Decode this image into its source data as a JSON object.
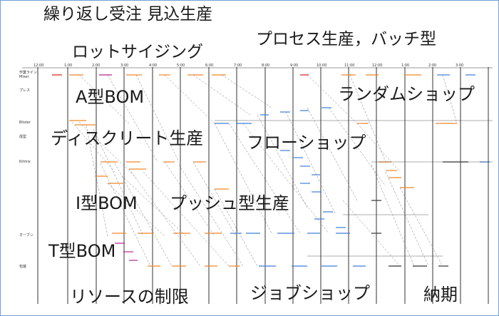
{
  "diagram": {
    "labels": [
      {
        "id": "repeat",
        "text": "繰り返し受注 見込生産"
      },
      {
        "id": "lot",
        "text": "ロットサイジング"
      },
      {
        "id": "process",
        "text": "プロセス生産，バッチ型"
      },
      {
        "id": "abom",
        "text": "A型BOM"
      },
      {
        "id": "random",
        "text": "ランダムショップ"
      },
      {
        "id": "discrete",
        "text": "ディスクリート生産"
      },
      {
        "id": "flow",
        "text": "フローショップ"
      },
      {
        "id": "ibom",
        "text": "I型BOM"
      },
      {
        "id": "push",
        "text": "プッシュ型生産"
      },
      {
        "id": "tbom",
        "text": "T型BOM"
      },
      {
        "id": "resource",
        "text": "リソースの制限"
      },
      {
        "id": "job",
        "text": "ジョブショップ"
      },
      {
        "id": "delivery",
        "text": "納期"
      }
    ],
    "time_ticks": [
      "12:00",
      "1:00",
      "2:00",
      "3:00",
      "4:00",
      "5:00",
      "6:00",
      "7:00",
      "8:00",
      "9:00",
      "10:00",
      "11:00",
      "12:00",
      "1:00",
      "2:00",
      "3:00"
    ],
    "row_labels": [
      "作業ライン",
      "Mixer",
      "プレス",
      "Blister",
      "成型",
      "Kitmix",
      "オーブン",
      "包装"
    ],
    "colors": {
      "accent_blue": "#6fa0d8",
      "orange": "#f0882a",
      "blue": "#3d7fd9",
      "red": "#d81b1b",
      "magenta": "#b02890",
      "grid": "#333333",
      "dashed": "#7a7a7a"
    }
  }
}
